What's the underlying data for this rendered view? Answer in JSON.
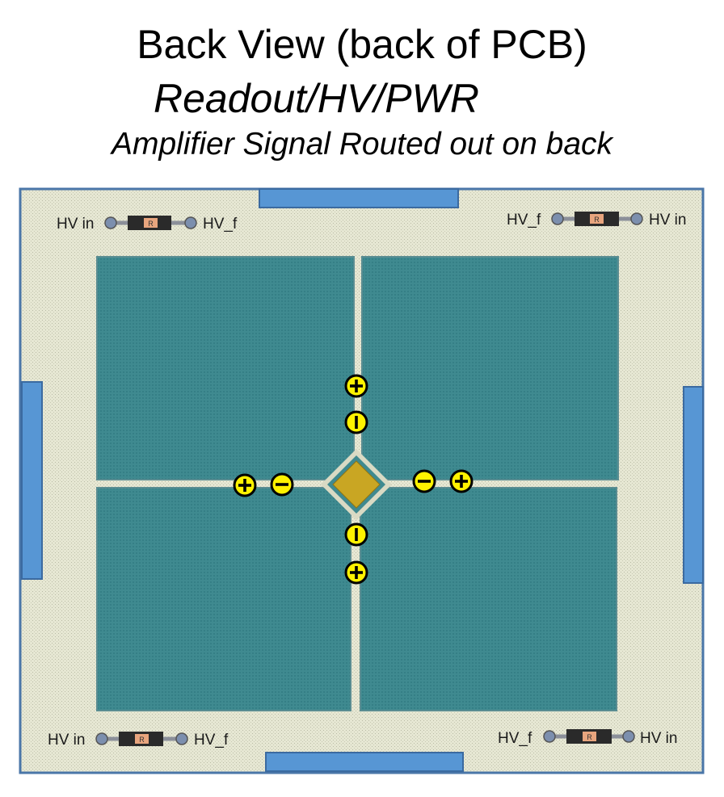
{
  "titles": {
    "main": "Back View (back of PCB)",
    "sub": "Readout/HV/PWR",
    "caption": "Amplifier Signal Routed out on back"
  },
  "resistors": [
    {
      "left_label": "HV in",
      "right_label": "HV_f",
      "body_label": "R"
    },
    {
      "left_label": "HV_f",
      "right_label": "HV in",
      "body_label": "R"
    },
    {
      "left_label": "HV in",
      "right_label": "HV_f",
      "body_label": "R"
    },
    {
      "left_label": "HV_f",
      "right_label": "HV in",
      "body_label": "R"
    }
  ],
  "colors": {
    "board": "#e3e4cf",
    "board_edge": "#4a76a8",
    "connector": "#5796d4",
    "pad": "#3c8a90",
    "center_pad": "#c9a623",
    "marker": "#fff200"
  },
  "markers": {
    "plus_icon": "plus-in-circle",
    "minus_icon": "minus-in-circle"
  }
}
